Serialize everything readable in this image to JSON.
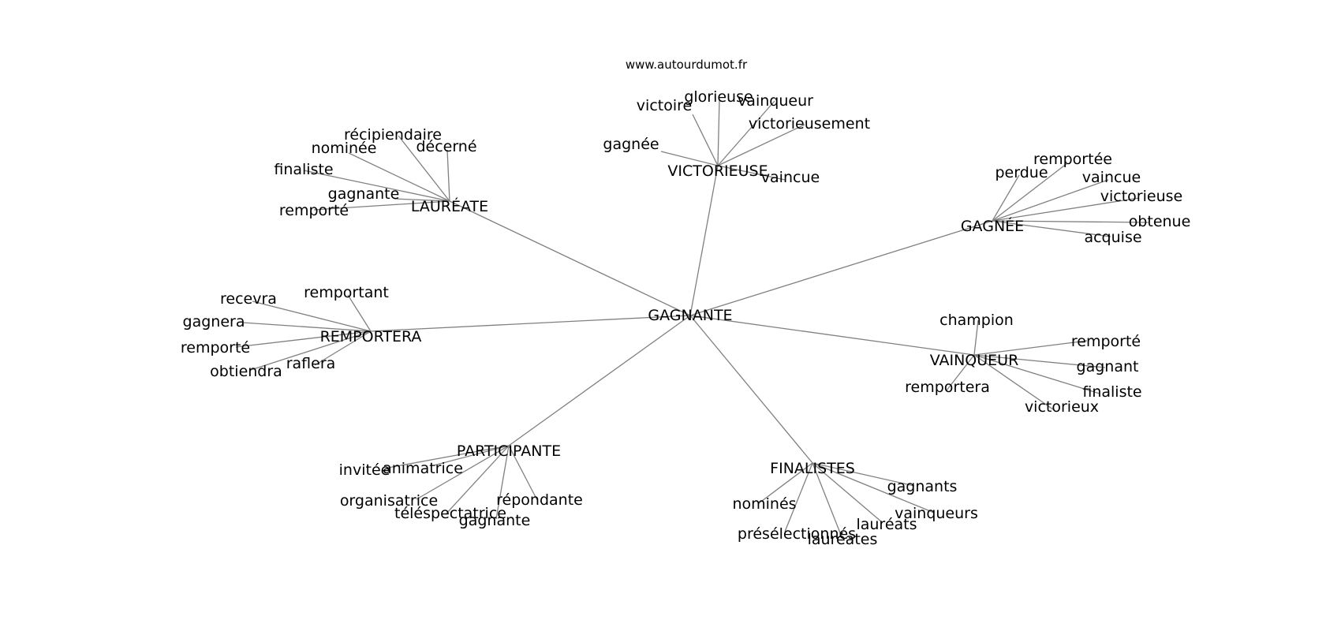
{
  "source_label": "www.autourdumot.fr",
  "colors": {
    "edge": "#808080",
    "text": "#000000",
    "background": "#ffffff"
  },
  "center": {
    "label": "GAGNANTE"
  },
  "clusters": [
    {
      "label": "VICTORIEUSE",
      "leaves": [
        "victoire",
        "glorieuse",
        "vainqueur",
        "victorieusement",
        "gagnée",
        "vaincue"
      ]
    },
    {
      "label": "LAURÉATE",
      "leaves": [
        "récipiendaire",
        "décerné",
        "nominée",
        "finaliste",
        "gagnante",
        "remporté"
      ]
    },
    {
      "label": "GAGNÉE",
      "leaves": [
        "perdue",
        "remportée",
        "vaincue",
        "victorieuse",
        "obtenue",
        "acquise"
      ]
    },
    {
      "label": "REMPORTERA",
      "leaves": [
        "remportant",
        "recevra",
        "gagnera",
        "remporté",
        "obtiendra",
        "raflera"
      ]
    },
    {
      "label": "VAINQUEUR",
      "leaves": [
        "champion",
        "remporté",
        "gagnant",
        "finaliste",
        "victorieux",
        "remportera"
      ]
    },
    {
      "label": "PARTICIPANTE",
      "leaves": [
        "invitée",
        "animatrice",
        "organisatrice",
        "téléspectatrice",
        "gagnante",
        "répondante"
      ]
    },
    {
      "label": "FINALISTES",
      "leaves": [
        "gagnants",
        "vainqueurs",
        "lauréats",
        "lauréates",
        "présélectionnés",
        "nominés"
      ]
    }
  ]
}
